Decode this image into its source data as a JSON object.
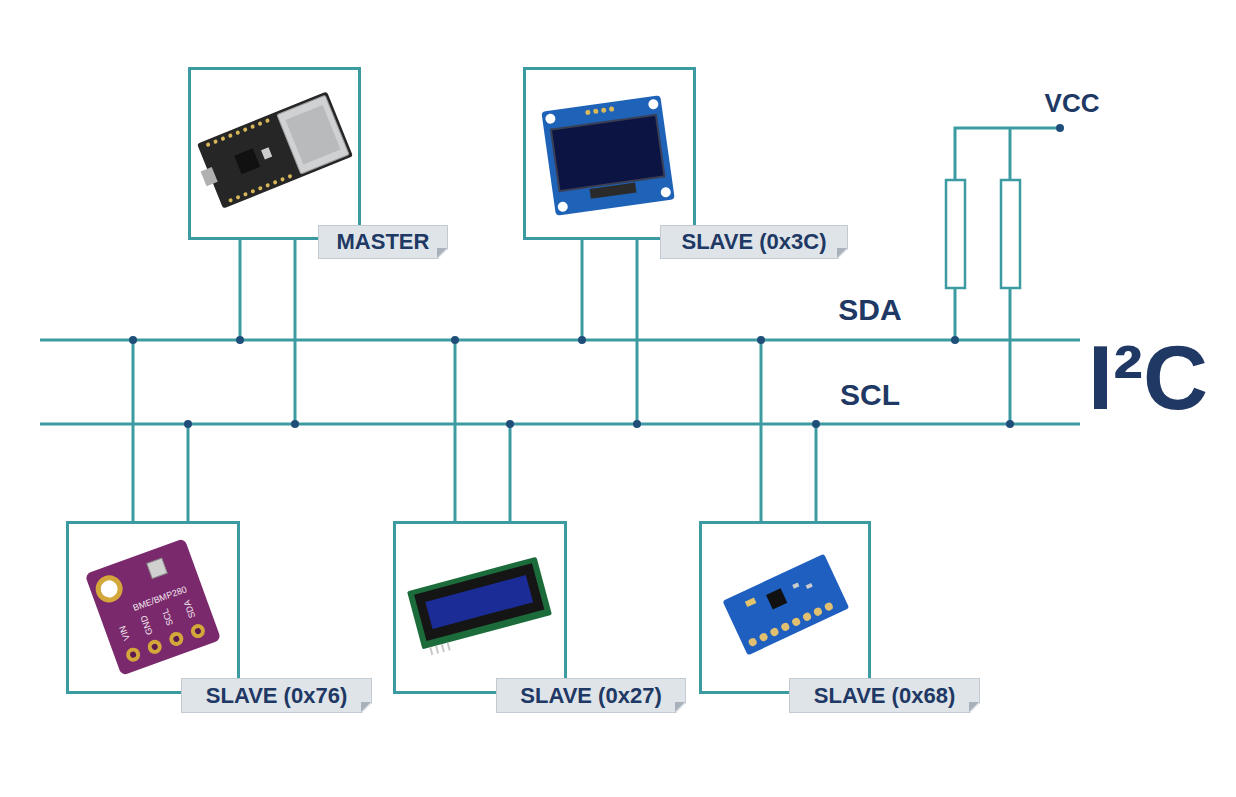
{
  "diagram": {
    "nodes": [
      {
        "text": [
          "MASTER"
        ]
      },
      {
        "text": [
          "SLAVE (0x3C)"
        ]
      },
      {
        "text": [
          "SLAVE (0x76)"
        ]
      },
      {
        "text": [
          "SLAVE (0x27)"
        ]
      },
      {
        "text": [
          "SLAVE (0x68)"
        ]
      }
    ],
    "labels": [
      "SDA",
      "SCL",
      "VCC",
      "I²C",
      "BME/BMP280",
      "VIN",
      "GND",
      "SCL",
      "SDA"
    ]
  }
}
